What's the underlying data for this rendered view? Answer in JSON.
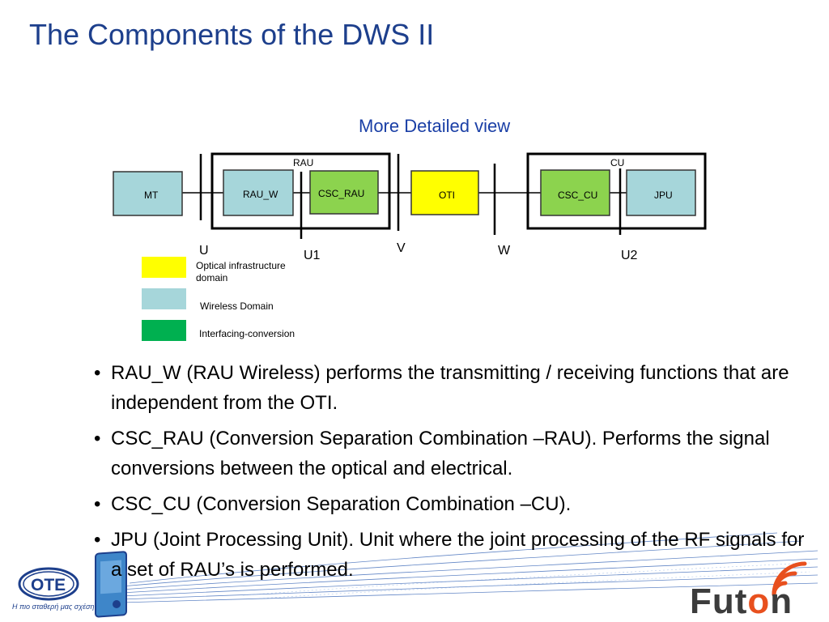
{
  "slide": {
    "title": "The Components of the DWS II",
    "subtitle": "More Detailed view"
  },
  "diagram": {
    "group_labels": {
      "rau": "RAU",
      "cu": "CU"
    },
    "boxes": {
      "mt": "MT",
      "rau_w": "RAU_W",
      "csc_rau": "CSC_RAU",
      "oti": "OTI",
      "csc_cu": "CSC_CU",
      "jpu": "JPU"
    },
    "interfaces": {
      "u": "U",
      "u1": "U1",
      "v": "V",
      "w": "W",
      "u2": "U2"
    },
    "colors": {
      "wireless": "#a6d6da",
      "optical": "#ffff00",
      "conversion_box": "#8cd34e",
      "conversion_legend": "#00b050"
    }
  },
  "legend": {
    "optical_line1": "Optical infrastructure",
    "optical_line2": "domain",
    "wireless": "Wireless Domain",
    "conversion": "Interfacing-conversion"
  },
  "bullets": [
    "RAU_W (RAU Wireless) performs the transmitting / receiving functions that are independent from the OTI.",
    "CSC_RAU (Conversion Separation Combination –RAU). Performs the signal conversions between the optical and electrical.",
    "CSC_CU (Conversion Separation Combination –CU).",
    "JPU (Joint Processing Unit). Unit where the joint processing of the RF signals for a set of RAU’s is performed."
  ],
  "footer": {
    "ote_logo": "OTE",
    "ote_tagline": "Η πιο σταθερή μας σχέση",
    "futon_prefix": "Fut",
    "futon_o": "o",
    "futon_suffix": "n"
  }
}
